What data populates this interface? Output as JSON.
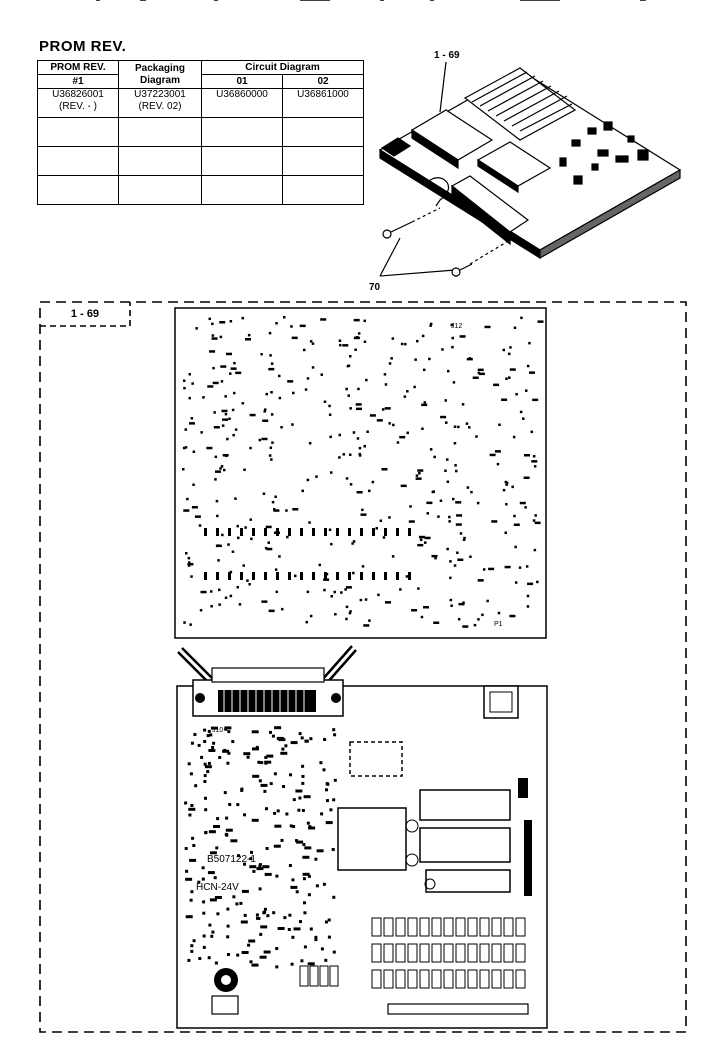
{
  "section_title": "PROM REV.",
  "table": {
    "headers": {
      "prom_rev": "PROM REV.",
      "prom_num": "#1",
      "packaging_1": "Packaging",
      "packaging_2": "Diagram",
      "circuit": "Circuit Diagram",
      "col01": "01",
      "col02": "02"
    },
    "row": {
      "prom_1": "U36826001",
      "prom_2": "(REV. - )",
      "pack_1": "U37223001",
      "pack_2": "(REV. 02)",
      "c01": "U36860000",
      "c02": "U36861000"
    }
  },
  "callouts": {
    "board": "1 - 69",
    "screws": "70",
    "frame": "1 - 69"
  },
  "pcb_labels": {
    "part_number": "B507122-1",
    "model": "HCN-24V",
    "header_top": "J12",
    "header_bottom": "J10",
    "connector_p1": "P1"
  }
}
